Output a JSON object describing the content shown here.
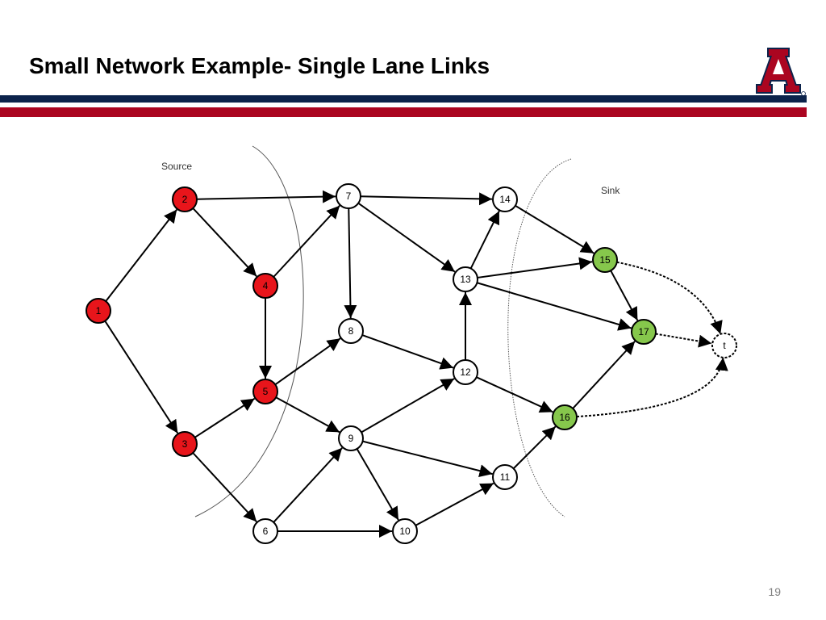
{
  "slide": {
    "title": "Small Network Example- Single Lane Links",
    "page_number": "19"
  },
  "diagram": {
    "source_label": "Source",
    "sink_label": "Sink",
    "colors": {
      "source_node": "#e8151b",
      "sink_node": "#86c74c",
      "plain_node": "#ffffff",
      "stroke": "#000000",
      "navy": "#0c234b",
      "red": "#ab0520"
    },
    "nodes": [
      {
        "id": "1",
        "label": "1",
        "type": "source"
      },
      {
        "id": "2",
        "label": "2",
        "type": "source"
      },
      {
        "id": "3",
        "label": "3",
        "type": "source"
      },
      {
        "id": "4",
        "label": "4",
        "type": "source"
      },
      {
        "id": "5",
        "label": "5",
        "type": "source"
      },
      {
        "id": "6",
        "label": "6",
        "type": "plain"
      },
      {
        "id": "7",
        "label": "7",
        "type": "plain"
      },
      {
        "id": "8",
        "label": "8",
        "type": "plain"
      },
      {
        "id": "9",
        "label": "9",
        "type": "plain"
      },
      {
        "id": "10",
        "label": "10",
        "type": "plain"
      },
      {
        "id": "11",
        "label": "11",
        "type": "plain"
      },
      {
        "id": "12",
        "label": "12",
        "type": "plain"
      },
      {
        "id": "13",
        "label": "13",
        "type": "plain"
      },
      {
        "id": "14",
        "label": "14",
        "type": "plain"
      },
      {
        "id": "15",
        "label": "15",
        "type": "sink"
      },
      {
        "id": "16",
        "label": "16",
        "type": "sink"
      },
      {
        "id": "17",
        "label": "17",
        "type": "sink"
      },
      {
        "id": "t",
        "label": "t",
        "type": "terminal"
      }
    ],
    "edges": [
      {
        "from": "1",
        "to": "2"
      },
      {
        "from": "1",
        "to": "3"
      },
      {
        "from": "2",
        "to": "7"
      },
      {
        "from": "2",
        "to": "4"
      },
      {
        "from": "4",
        "to": "7"
      },
      {
        "from": "4",
        "to": "5"
      },
      {
        "from": "3",
        "to": "5"
      },
      {
        "from": "3",
        "to": "6"
      },
      {
        "from": "5",
        "to": "8"
      },
      {
        "from": "5",
        "to": "9"
      },
      {
        "from": "6",
        "to": "9"
      },
      {
        "from": "6",
        "to": "10"
      },
      {
        "from": "7",
        "to": "14"
      },
      {
        "from": "7",
        "to": "13"
      },
      {
        "from": "7",
        "to": "8"
      },
      {
        "from": "8",
        "to": "12"
      },
      {
        "from": "9",
        "to": "12"
      },
      {
        "from": "9",
        "to": "11"
      },
      {
        "from": "9",
        "to": "10"
      },
      {
        "from": "10",
        "to": "11"
      },
      {
        "from": "11",
        "to": "16"
      },
      {
        "from": "12",
        "to": "13"
      },
      {
        "from": "12",
        "to": "16"
      },
      {
        "from": "13",
        "to": "14"
      },
      {
        "from": "13",
        "to": "15"
      },
      {
        "from": "13",
        "to": "17"
      },
      {
        "from": "14",
        "to": "15"
      },
      {
        "from": "15",
        "to": "17"
      },
      {
        "from": "16",
        "to": "17"
      },
      {
        "from": "15",
        "to": "t",
        "dashed": true
      },
      {
        "from": "17",
        "to": "t",
        "dashed": true
      },
      {
        "from": "16",
        "to": "t",
        "dashed": true
      }
    ]
  }
}
